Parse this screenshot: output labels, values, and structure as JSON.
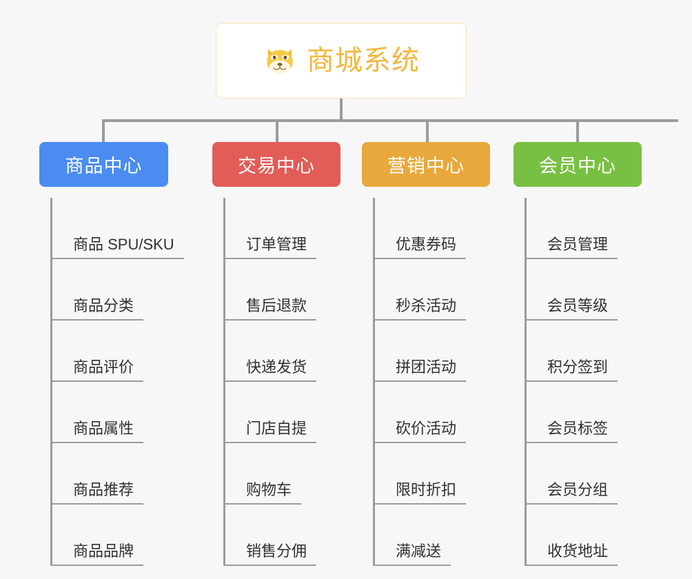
{
  "page": {
    "background_color": "#f7f7f7",
    "line_color": "#9b9b9b",
    "text_color": "#303133"
  },
  "root": {
    "title": "商城系统",
    "icon": "shiba-dog-face-icon",
    "title_color": "#f0b73e",
    "border_color": "#eec06a",
    "background_color": "#ffffff"
  },
  "categories": [
    {
      "label": "商品中心",
      "color": "#4a8cf0",
      "items": [
        {
          "label": "商品 SPU/SKU"
        },
        {
          "label": "商品分类"
        },
        {
          "label": "商品评价"
        },
        {
          "label": "商品属性"
        },
        {
          "label": "商品推荐"
        },
        {
          "label": "商品品牌"
        }
      ]
    },
    {
      "label": "交易中心",
      "color": "#e25c58",
      "items": [
        {
          "label": "订单管理"
        },
        {
          "label": "售后退款"
        },
        {
          "label": "快递发货"
        },
        {
          "label": "门店自提"
        },
        {
          "label": "购物车"
        },
        {
          "label": "销售分佣"
        }
      ]
    },
    {
      "label": "营销中心",
      "color": "#e8a83c",
      "items": [
        {
          "label": "优惠券码"
        },
        {
          "label": "秒杀活动"
        },
        {
          "label": "拼团活动"
        },
        {
          "label": "砍价活动"
        },
        {
          "label": "限时折扣"
        },
        {
          "label": "满减送"
        }
      ]
    },
    {
      "label": "会员中心",
      "color": "#78c043",
      "items": [
        {
          "label": "会员管理"
        },
        {
          "label": "会员等级"
        },
        {
          "label": "积分签到"
        },
        {
          "label": "会员标签"
        },
        {
          "label": "会员分组"
        },
        {
          "label": "收货地址"
        }
      ]
    }
  ]
}
